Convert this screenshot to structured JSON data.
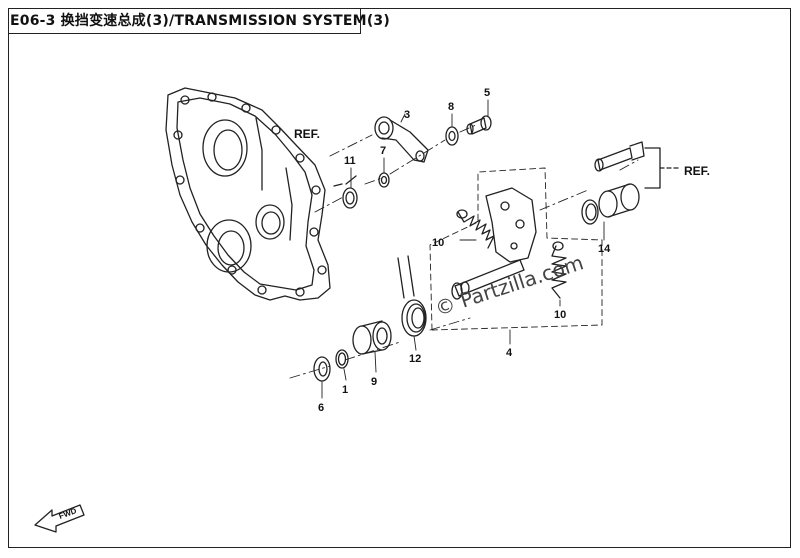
{
  "header": {
    "title": "E06-3 换挡变速总成(3)/TRANSMISSION  SYSTEM(3)"
  },
  "callouts": {
    "p1": "1",
    "p3": "3",
    "p4": "4",
    "p5": "5",
    "p6": "6",
    "p7": "7",
    "p8": "8",
    "p9": "9",
    "p10a": "10",
    "p10b": "10",
    "p11": "11",
    "p12": "12",
    "p14": "14",
    "ref_left": "REF.",
    "ref_right": "REF."
  },
  "watermark": "© Partzilla.com",
  "front_marker": "FWD",
  "colors": {
    "line": "#222222",
    "background": "#ffffff"
  }
}
